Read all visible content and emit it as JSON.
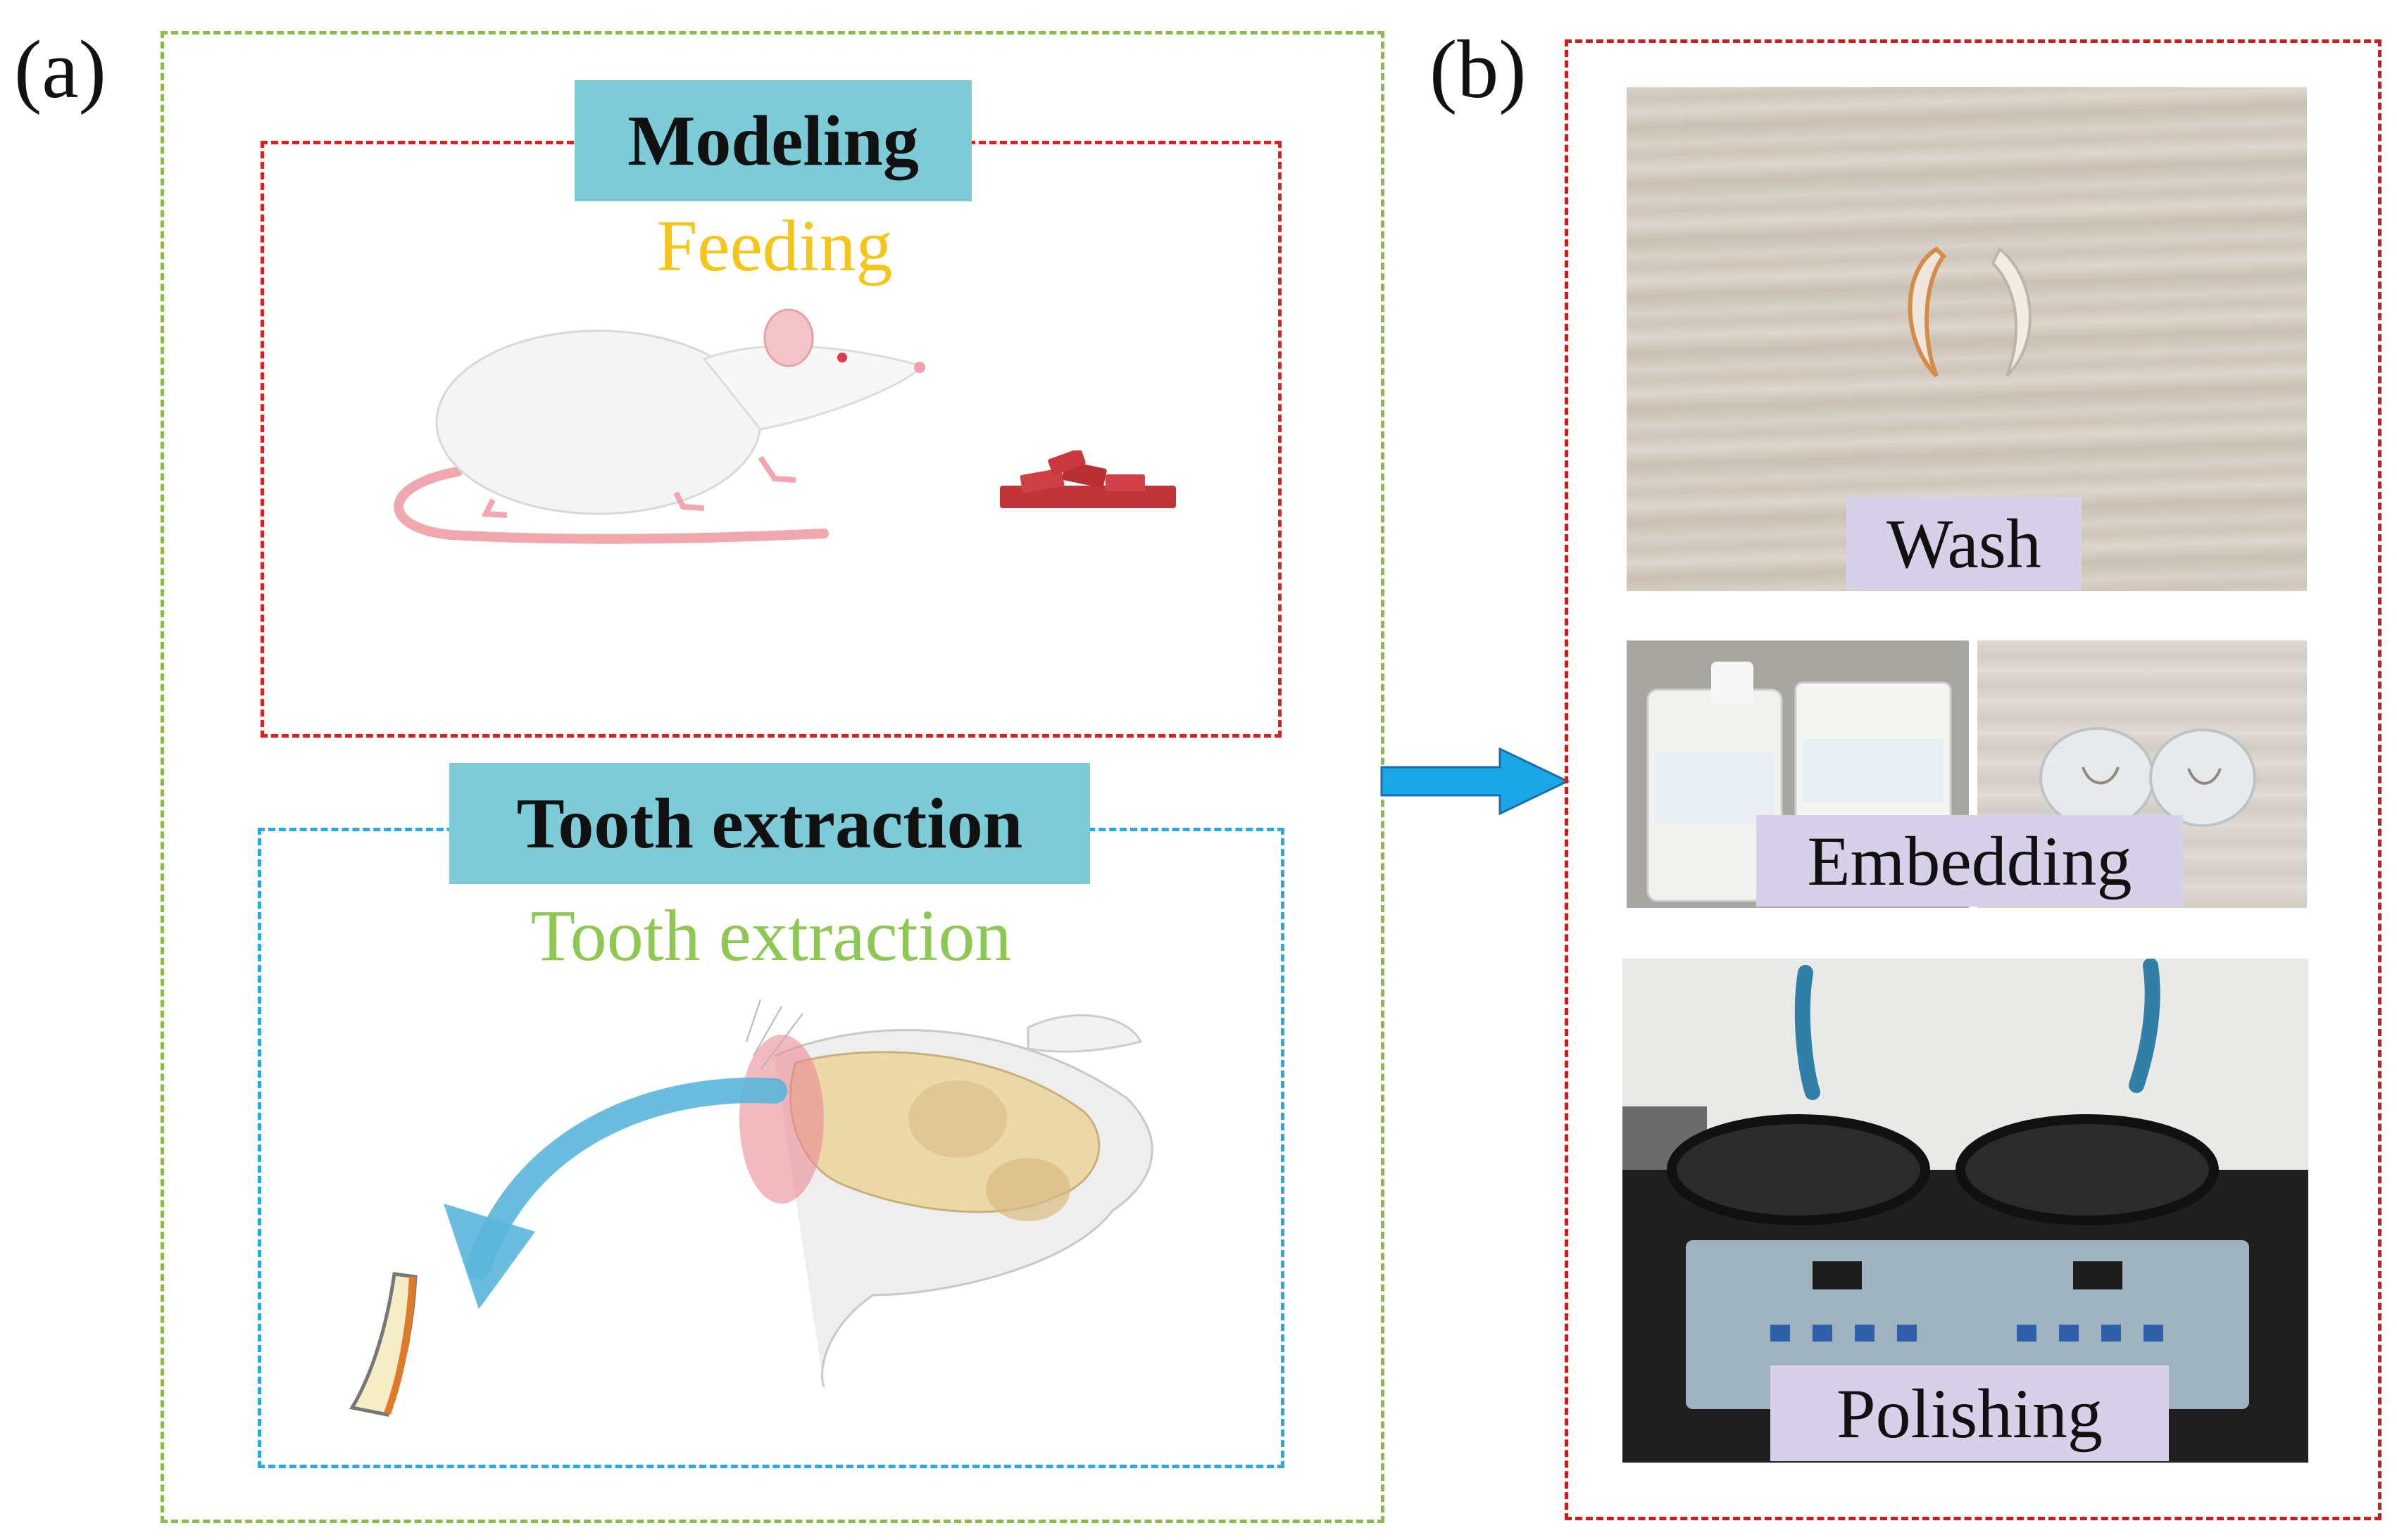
{
  "panel_a": {
    "label": "(a)",
    "modeling": {
      "title": "Modeling",
      "subtitle": "Feeding"
    },
    "extraction": {
      "title": "Tooth extraction",
      "subtitle": "Tooth extraction"
    }
  },
  "panel_b": {
    "label": "(b)",
    "steps": [
      {
        "label": "Wash"
      },
      {
        "label": "Embedding"
      },
      {
        "label": "Polishing"
      }
    ]
  },
  "colors": {
    "outer_a_border": "#8db84a",
    "modeling_border": "#e02020",
    "extraction_border": "#2aa8e0",
    "outer_b_border": "#c81e1e",
    "title_fill": "#7ecbd8",
    "feeding_text": "#f5c518",
    "extraction_text": "#8dc853",
    "step_label_fill": "#d8cfe8",
    "arrow": "#1aa7e6"
  },
  "icons": [
    "rat-illustration",
    "food-pellets",
    "rat-skull",
    "curved-arrow",
    "tooth-fragment",
    "right-arrow"
  ]
}
